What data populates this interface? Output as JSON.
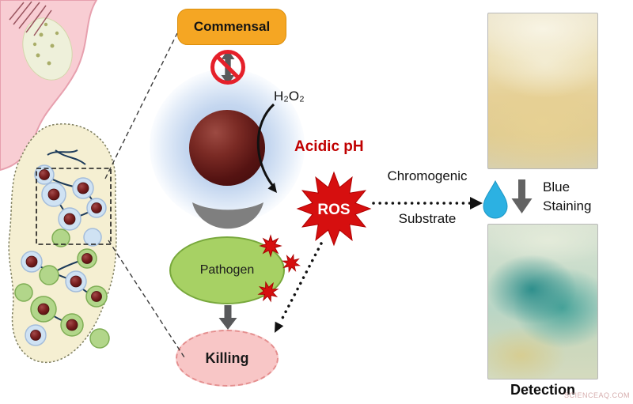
{
  "watermark": "SCIENCEAQ.COM",
  "schematic": {
    "commensal_label": "Commensal",
    "h2o2_label": "H₂O₂",
    "acidic_ph_label": "Acidic pH",
    "ros_label": "ROS",
    "pathogen_label": "Pathogen",
    "killing_label": "Killing"
  },
  "detection_pathway": {
    "chromogenic_label": "Chromogenic",
    "substrate_label": "Substrate",
    "blue_label": "Blue",
    "staining_label": "Staining",
    "detection_label": "Detection"
  },
  "icons": {
    "prohibition_icon": "🚫",
    "bidirectional_arrow_icon": "↕",
    "down_arrow_icon": "↓",
    "droplet_icon": "💧",
    "ros_burst_icon": "✹",
    "curved_arrow_icon": "↷",
    "dotted_arrow_icon": "⇢",
    "magnifier_dashed_lines": "magnification call-out"
  },
  "colors": {
    "commensal_box": "#F5A623",
    "acidic_ph_text": "#C00000",
    "ros_burst": "#D60F0F",
    "nanoparticle_sphere": "#5E1414",
    "glow_halo": "#7FA8DC",
    "pathogen_fill": "#A7D164",
    "killing_fill": "#F8C6C6",
    "droplet_blue": "#2CB1E2",
    "arrow_gray": "#58595B",
    "prohibition_red": "#E5202A",
    "watermark_pink": "#CC9999"
  }
}
